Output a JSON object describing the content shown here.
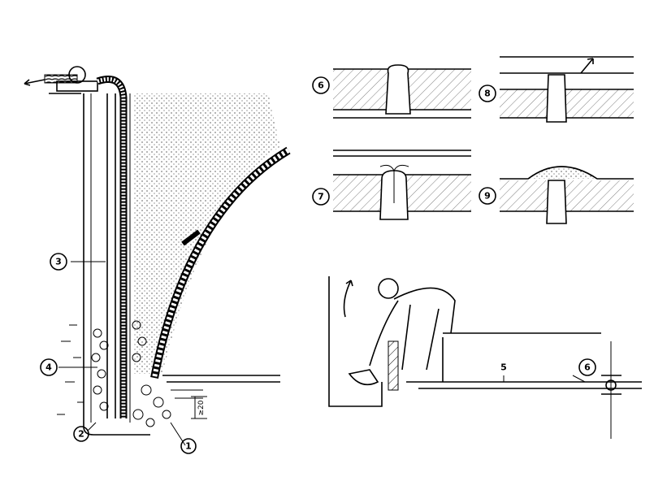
{
  "diagram": {
    "callouts": {
      "c1": "1",
      "c2": "2",
      "c3": "3",
      "c4": "4",
      "c5": "5",
      "c6_bottom": "6",
      "c6_detail": "6",
      "c7_detail": "7",
      "c8_detail": "8",
      "c9_detail": "9"
    },
    "dimension": "≥20"
  }
}
